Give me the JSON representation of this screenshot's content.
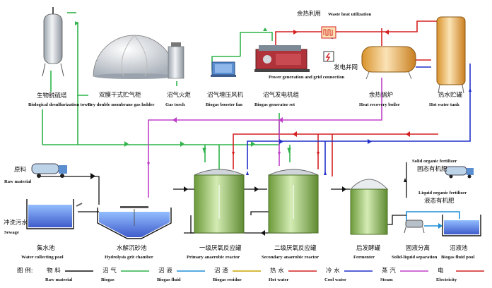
{
  "equipment": {
    "desulfurization": {
      "cn": "生物脱硫塔",
      "en": "Biological desulfurization tower"
    },
    "gas_holder": {
      "cn": "双膜干式贮气柜",
      "en": "Dry double membrane gas holder"
    },
    "gas_torch": {
      "cn": "沼气火炬",
      "en": "Gas torch"
    },
    "booster_fan": {
      "cn": "沼气增压风机",
      "en": "Biogas booster fan"
    },
    "generator": {
      "cn": "沼气发电机组",
      "en": "Biogas generator set"
    },
    "power_grid": {
      "cn": "发电并网",
      "en": "Power generation and grid connection"
    },
    "waste_heat": {
      "cn": "余热利用",
      "en": "Waste heat utilization"
    },
    "boiler": {
      "cn": "余热锅炉",
      "en": "Heat recovery boiler"
    },
    "hot_water_tank": {
      "cn": "热水贮罐",
      "en": "Hot water tank"
    },
    "raw_material": {
      "cn": "原料",
      "en": "Raw material"
    },
    "sewage": {
      "cn": "冲洗污水",
      "en": "Sewage"
    },
    "collecting_pool": {
      "cn": "集水池",
      "en": "Water collecting pool"
    },
    "grit_chamber": {
      "cn": "水解沉砂池",
      "en": "Hydrolysis grit chamber"
    },
    "primary_reactor": {
      "cn": "一级厌氧反应罐",
      "en": "Primary anaerobic reactor"
    },
    "secondary_reactor": {
      "cn": "二级厌氧反应罐",
      "en": "Secondary anaerobic reactor"
    },
    "fermenter": {
      "cn": "后发酵罐",
      "en": "Fermenter"
    },
    "separation": {
      "cn": "固液分离",
      "en": "Solid-liquid separation"
    },
    "fluid_pool": {
      "cn": "沼液池",
      "en": "Biogas fluid pool"
    },
    "solid_fertilizer": {
      "en": "Solid organic fertilizer",
      "cn": "固态有机肥"
    },
    "liquid_fertilizer": {
      "en": "Liquid organic fertilizer",
      "cn": "液态有机肥"
    }
  },
  "legend": {
    "title": "图 例:",
    "items": [
      {
        "cn": "物 料",
        "en": "Raw material",
        "color": "#111111"
      },
      {
        "cn": "沼 气",
        "en": "Biogas",
        "color": "#2fb34a"
      },
      {
        "cn": "沼 液",
        "en": "Biogas fluid",
        "color": "#1f8fd6"
      },
      {
        "cn": "沼 渣",
        "en": "Biogas residue",
        "color": "#c9a300"
      },
      {
        "cn": "热 水",
        "en": "Hot water",
        "color": "#d42020"
      },
      {
        "cn": "冷 水",
        "en": "Cool water",
        "color": "#2030c8"
      },
      {
        "cn": "蒸 汽",
        "en": "Steam",
        "color": "#c040c8"
      },
      {
        "cn": "电",
        "en": "Electricity",
        "color": "#d42020"
      }
    ]
  },
  "colors": {
    "biogas": "#2fb34a",
    "hot_water": "#d42020",
    "cool_water": "#2030c8",
    "steam": "#c040c8",
    "fluid": "#1f8fd6",
    "material": "#111111",
    "tank_green": "#8fc45a"
  }
}
